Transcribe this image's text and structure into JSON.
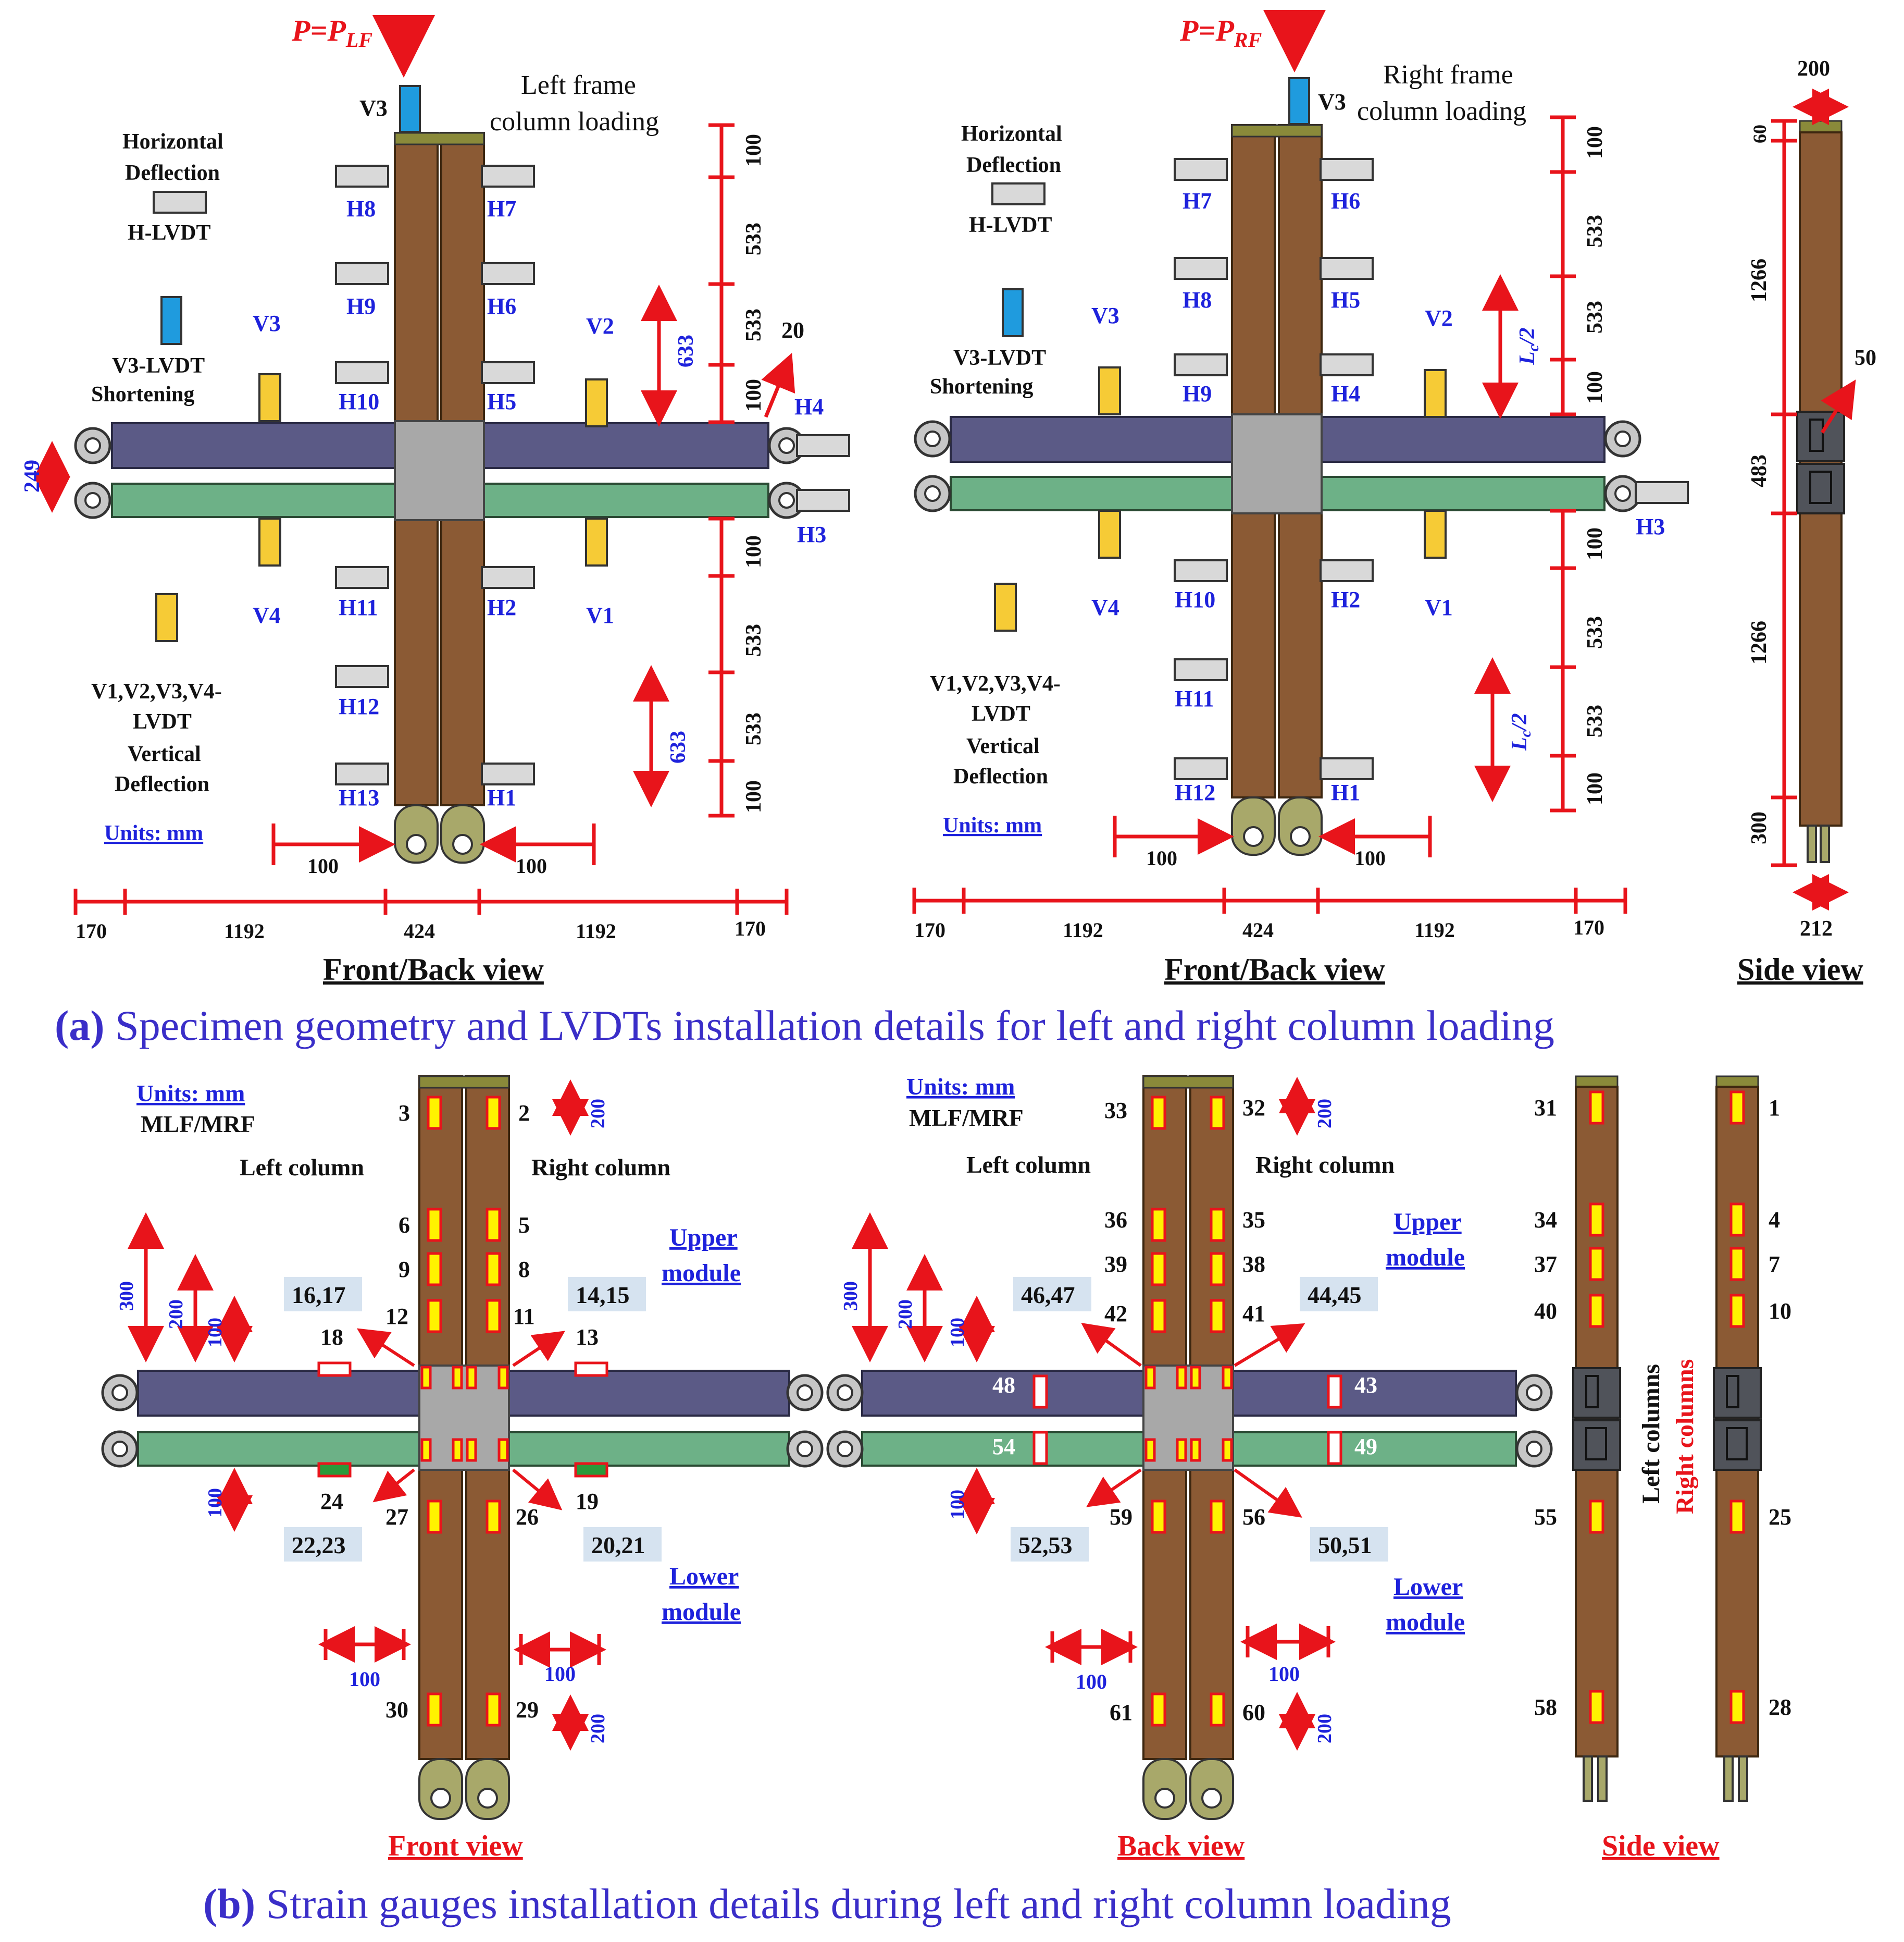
{
  "part_a": {
    "caption_tag": "(a)",
    "caption_text": " Specimen geometry and LVDTs installation details for left and right column loading",
    "left_frame": {
      "load_label_prefix": "P=P",
      "load_label_sub": "LF",
      "v3_top": "V3",
      "title_line1": "Left frame",
      "title_line2": "column loading",
      "legend_h_line1": "Horizontal",
      "legend_h_line2": "Deflection",
      "legend_h_line3": "H-LVDT",
      "legend_v3_line1": "V3-LVDT",
      "legend_v3_line2": "Shortening",
      "legend_v_line1": "V1,V2,V3,V4-",
      "legend_v_line2": "LVDT",
      "legend_v_line3": "Vertical",
      "legend_v_line4": "Deflection",
      "units": "Units: mm",
      "h_left": [
        "H8",
        "H9",
        "H10",
        "H11",
        "H12",
        "H13"
      ],
      "h_right": [
        "H7",
        "H6",
        "H5",
        "H2",
        "H1"
      ],
      "h_beam_upper": "H4",
      "h_beam_lower": "H3",
      "v_labels": [
        "V3",
        "V2",
        "V4",
        "V1"
      ],
      "dim_right_upper": [
        "100",
        "533",
        "533",
        "100"
      ],
      "dim_right_lower": [
        "100",
        "533",
        "533",
        "100"
      ],
      "dim_633_upper": "633",
      "dim_633_lower": "633",
      "dim_20": "20",
      "dim_249": "249",
      "dim_100_left": "100",
      "dim_100_right": "100",
      "bottom_dims": [
        "170",
        "1192",
        "424",
        "1192",
        "170"
      ],
      "view_title": "Front/Back view"
    },
    "right_frame": {
      "load_label_prefix": "P=P",
      "load_label_sub": "RF",
      "v3_top": "V3",
      "title_line1": "Right frame",
      "title_line2": "column loading",
      "legend_h_line1": "Horizontal",
      "legend_h_line2": "Deflection",
      "legend_h_line3": "H-LVDT",
      "legend_v3_line1": "V3-LVDT",
      "legend_v3_line2": "Shortening",
      "legend_v_line1": "V1,V2,V3,V4-",
      "legend_v_line2": "LVDT",
      "legend_v_line3": "Vertical",
      "legend_v_line4": "Deflection",
      "units": "Units: mm",
      "h_left": [
        "H7",
        "H8",
        "H9",
        "H10",
        "H11",
        "H12"
      ],
      "h_right": [
        "H6",
        "H5",
        "H4",
        "H2",
        "H1"
      ],
      "h_beam_lower": "H3",
      "v_labels": [
        "V3",
        "V2",
        "V4",
        "V1"
      ],
      "dim_right_upper": [
        "100",
        "533",
        "533",
        "100"
      ],
      "dim_right_lower": [
        "100",
        "533",
        "533",
        "100"
      ],
      "lc_prefix": "L",
      "lc_sub": "c",
      "lc_suffix": "/2",
      "dim_100_left": "100",
      "dim_100_right": "100",
      "bottom_dims": [
        "170",
        "1192",
        "424",
        "1192",
        "170"
      ],
      "view_title": "Front/Back view"
    },
    "side": {
      "dims": [
        "200",
        "60",
        "1266",
        "483",
        "1266",
        "300",
        "212"
      ],
      "dim_50": "50",
      "view_title": "Side view"
    }
  },
  "part_b": {
    "caption_tag": "(b)",
    "caption_text": " Strain gauges installation details during left and right column loading",
    "front": {
      "units": "Units: mm",
      "mlf": "MLF/MRF",
      "left_col": "Left column",
      "right_col": "Right column",
      "upper_module_1": "Upper",
      "upper_module_2": "module",
      "lower_module_1": "Lower",
      "lower_module_2": "module",
      "gauges_left": [
        "3",
        "6",
        "9",
        "12",
        "27",
        "30"
      ],
      "gauges_right": [
        "2",
        "5",
        "8",
        "11",
        "26",
        "29"
      ],
      "box_ul": "16,17",
      "box_ur": "14,15",
      "box_ll": "22,23",
      "box_lr": "20,21",
      "g18": "18",
      "g13": "13",
      "g24": "24",
      "g19": "19",
      "dims": [
        "300",
        "200",
        "100",
        "100",
        "100",
        "100",
        "200",
        "200"
      ],
      "view_title": "Front view"
    },
    "back": {
      "units": "Units: mm",
      "mlf": "MLF/MRF",
      "left_col": "Left column",
      "right_col": "Right column",
      "upper_module_1": "Upper",
      "upper_module_2": "module",
      "lower_module_1": "Lower",
      "lower_module_2": "module",
      "gauges_left": [
        "33",
        "36",
        "39",
        "42",
        "59",
        "61"
      ],
      "gauges_right": [
        "32",
        "35",
        "38",
        "41",
        "56",
        "60"
      ],
      "box_ul": "46,47",
      "box_ur": "44,45",
      "box_ll": "52,53",
      "box_lr": "50,51",
      "g48": "48",
      "g43": "43",
      "g54": "54",
      "g49": "49",
      "dims": [
        "300",
        "200",
        "100",
        "100",
        "100",
        "100",
        "200",
        "200"
      ],
      "view_title": "Back view"
    },
    "side": {
      "left_gauges": [
        "31",
        "34",
        "37",
        "40",
        "55",
        "58"
      ],
      "right_gauges": [
        "1",
        "4",
        "7",
        "10",
        "25",
        "28"
      ],
      "left_columns": "Left columns",
      "right_columns": "Right columns",
      "view_title": "Side view"
    }
  },
  "colors": {
    "column": "#8B5A34",
    "beam_upper": "#5B5A86",
    "beam_lower": "#6DB187",
    "dimension": "#E8141B",
    "label_blue": "#1E22DC",
    "caption": "#3A2EC8",
    "lvdt_yellow": "#F6CB36",
    "lvdt_blue": "#1F9BDE",
    "gauge": "#FFF200"
  }
}
